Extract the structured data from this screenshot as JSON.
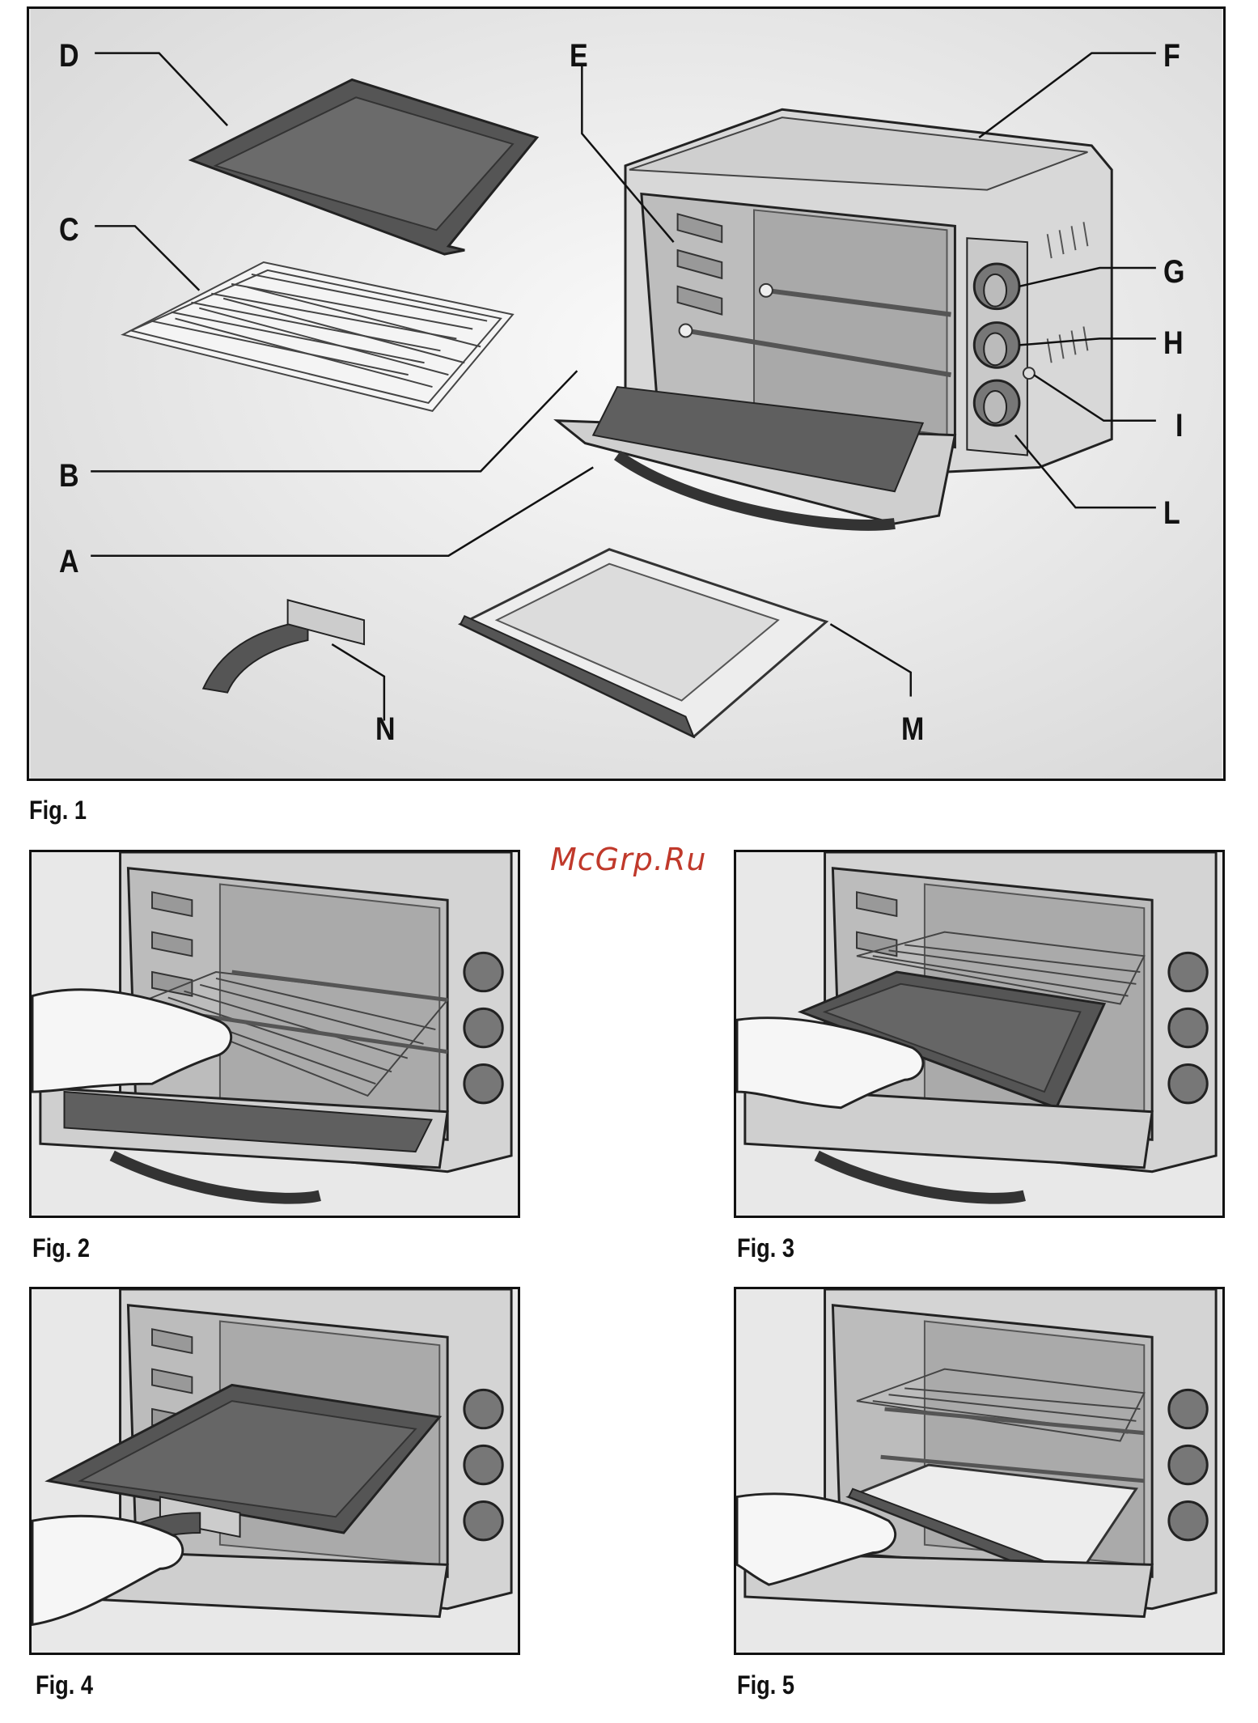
{
  "figure1": {
    "caption": "Fig. 1",
    "callouts": {
      "A": "A",
      "B": "B",
      "C": "C",
      "D": "D",
      "E": "E",
      "F": "F",
      "G": "G",
      "H": "H",
      "I": "I",
      "L": "L",
      "M": "M",
      "N": "N"
    }
  },
  "figure2": {
    "caption": "Fig. 2"
  },
  "figure3": {
    "caption": "Fig. 3"
  },
  "figure4": {
    "caption": "Fig. 4"
  },
  "figure5": {
    "caption": "Fig. 5"
  },
  "watermark": "McGrp.Ru",
  "colors": {
    "line": "#111111",
    "panel_bg": "#eeeeee",
    "pan": "#5a5a5a",
    "watermark": "#c0392b"
  }
}
